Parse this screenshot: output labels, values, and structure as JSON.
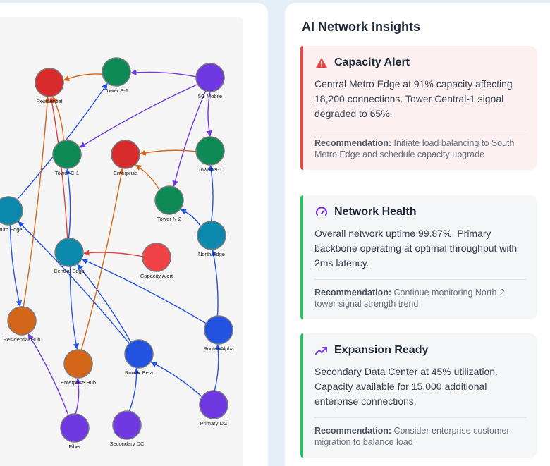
{
  "graph": {
    "nodes": [
      {
        "id": "tower-s1",
        "label": "Tower S-1",
        "color": "#0e8a57"
      },
      {
        "id": "5g-mobile",
        "label": "5G Mobile",
        "color": "#7038e0"
      },
      {
        "id": "residential",
        "label": "Residential",
        "color": "#d82b2b"
      },
      {
        "id": "tower-c1",
        "label": "Tower C-1",
        "color": "#0e8a57"
      },
      {
        "id": "enterprise",
        "label": "Enterprise",
        "color": "#d82b2b"
      },
      {
        "id": "tower-n1",
        "label": "Tower N-1",
        "color": "#0e8a57"
      },
      {
        "id": "tower-n2",
        "label": "Tower N-2",
        "color": "#0e8a57"
      },
      {
        "id": "south-edge",
        "label": "South Edge",
        "color": "#0c89ad"
      },
      {
        "id": "north-edge",
        "label": "North Edge",
        "color": "#0c89ad"
      },
      {
        "id": "central-edge",
        "label": "Central Edge",
        "color": "#0c89ad"
      },
      {
        "id": "capacity-alert",
        "label": "Capacity Alert",
        "color": "#ef4146"
      },
      {
        "id": "residential-hub",
        "label": "Residential Hub",
        "color": "#d4661a"
      },
      {
        "id": "router-alpha",
        "label": "Router Alpha",
        "color": "#2452e0"
      },
      {
        "id": "router-beta",
        "label": "Router Beta",
        "color": "#2452e0"
      },
      {
        "id": "enterprise-hub",
        "label": "Enterprise Hub",
        "color": "#d4661a"
      },
      {
        "id": "primary-dc",
        "label": "Primary DC",
        "color": "#7038e0"
      },
      {
        "id": "fiber",
        "label": "Fiber",
        "color": "#7038e0"
      },
      {
        "id": "secondary-dc",
        "label": "Secondary DC",
        "color": "#7038e0"
      }
    ],
    "edges": [
      {
        "from": "5g-mobile",
        "to": "tower-s1",
        "color": "#7038e0"
      },
      {
        "from": "5g-mobile",
        "to": "tower-c1",
        "color": "#7038e0"
      },
      {
        "from": "5g-mobile",
        "to": "tower-n1",
        "color": "#7038e0"
      },
      {
        "from": "5g-mobile",
        "to": "tower-n2",
        "color": "#7038e0"
      },
      {
        "from": "tower-s1",
        "to": "residential",
        "color": "#d4661a"
      },
      {
        "from": "tower-c1",
        "to": "residential",
        "color": "#d4661a"
      },
      {
        "from": "tower-n1",
        "to": "enterprise",
        "color": "#d4661a"
      },
      {
        "from": "tower-n2",
        "to": "enterprise",
        "color": "#d4661a"
      },
      {
        "from": "south-edge",
        "to": "tower-s1",
        "color": "#2452e0"
      },
      {
        "from": "central-edge",
        "to": "tower-c1",
        "color": "#2452e0"
      },
      {
        "from": "north-edge",
        "to": "tower-n1",
        "color": "#2452e0"
      },
      {
        "from": "north-edge",
        "to": "tower-n2",
        "color": "#2452e0"
      },
      {
        "from": "central-edge",
        "to": "residential",
        "color": "#e0413c"
      },
      {
        "from": "capacity-alert",
        "to": "central-edge",
        "color": "#e0413c"
      },
      {
        "from": "south-edge",
        "to": "residential-hub",
        "color": "#2452e0"
      },
      {
        "from": "central-edge",
        "to": "enterprise-hub",
        "color": "#2452e0"
      },
      {
        "from": "router-alpha",
        "to": "central-edge",
        "color": "#2452e0"
      },
      {
        "from": "router-beta",
        "to": "central-edge",
        "color": "#2452e0"
      },
      {
        "from": "router-beta",
        "to": "south-edge",
        "color": "#2452e0"
      },
      {
        "from": "primary-dc",
        "to": "router-beta",
        "color": "#2452e0"
      },
      {
        "from": "primary-dc",
        "to": "router-alpha",
        "color": "#2452e0"
      },
      {
        "from": "secondary-dc",
        "to": "router-beta",
        "color": "#2452e0"
      },
      {
        "from": "fiber",
        "to": "residential-hub",
        "color": "#7038e0"
      },
      {
        "from": "fiber",
        "to": "enterprise-hub",
        "color": "#7038e0"
      },
      {
        "from": "residential-hub",
        "to": "residential",
        "color": "#d4661a"
      },
      {
        "from": "enterprise-hub",
        "to": "enterprise",
        "color": "#d4661a"
      },
      {
        "from": "router-alpha",
        "to": "north-edge",
        "color": "#2452e0"
      }
    ]
  },
  "insights": {
    "title": "AI Network Insights",
    "cards": [
      {
        "icon": "warning-triangle-icon",
        "title": "Capacity Alert",
        "text": "Central Metro Edge at 91% capacity affecting 18,200 connections. Tower Central-1 signal degraded to 65%.",
        "rec_label": "Recommendation:",
        "rec_text": " Initiate load balancing to South Metro Edge and schedule capacity upgrade"
      },
      {
        "icon": "speedometer-icon",
        "title": "Network Health",
        "text": "Overall network uptime 99.87%. Primary backbone operating at optimal throughput with 2ms latency.",
        "rec_label": "Recommendation:",
        "rec_text": " Continue monitoring North-2 tower signal strength trend"
      },
      {
        "icon": "trending-up-icon",
        "title": "Expansion Ready",
        "text": "Secondary Data Center at 45% utilization. Capacity available for 15,000 additional enterprise connections.",
        "rec_label": "Recommendation:",
        "rec_text": " Consider enterprise customer migration to balance load"
      }
    ]
  },
  "colors": {
    "alert": "#ef4444",
    "healthy": "#22c55e",
    "expansion_icon": "#7c3aed",
    "health_icon": "#6d28d9"
  }
}
